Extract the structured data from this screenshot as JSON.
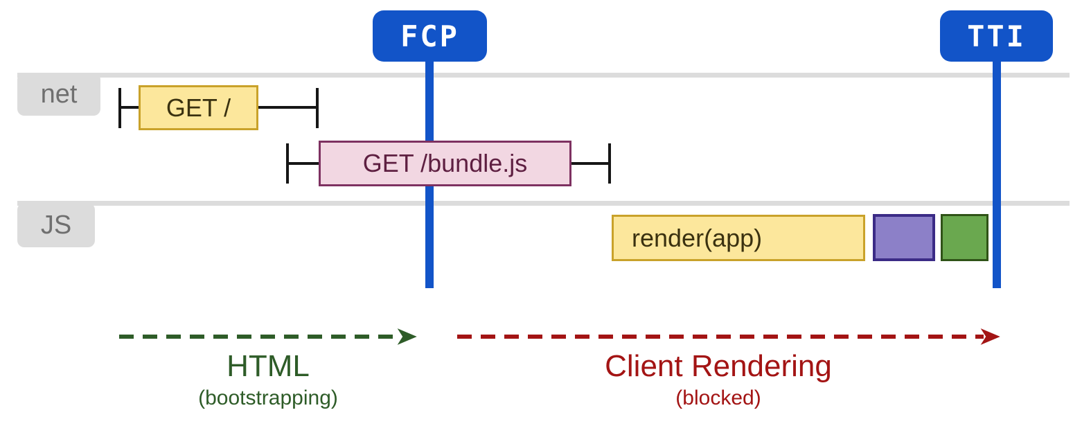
{
  "markers": [
    {
      "id": "fcp",
      "label": "FCP"
    },
    {
      "id": "tti",
      "label": "TTI"
    }
  ],
  "tracks": [
    {
      "id": "net",
      "label": "net"
    },
    {
      "id": "js",
      "label": "JS"
    }
  ],
  "net_requests": [
    {
      "label": "GET /"
    },
    {
      "label": "GET /bundle.js"
    }
  ],
  "js_tasks": [
    {
      "label": "render(app)"
    },
    {
      "label": ""
    },
    {
      "label": ""
    }
  ],
  "phases": [
    {
      "label": "HTML",
      "sublabel": "(bootstrapping)"
    },
    {
      "label": "Client Rendering",
      "sublabel": "(blocked)"
    }
  ],
  "colors": {
    "marker_blue": "#1254c8",
    "track_gray": "#dcdcdc",
    "track_label_text": "#6f6f6f",
    "request_yellow_fill": "#fce79c",
    "request_yellow_border": "#c9a22a",
    "request_pink_fill": "#f2d7e2",
    "request_pink_border": "#7e3161",
    "task_purple_fill": "#8c80c8",
    "task_purple_border": "#3b2b86",
    "task_green_fill": "#6aa84f",
    "task_green_border": "#2f5317",
    "phase_html_green": "#2e5c28",
    "phase_client_red": "#a31414",
    "bracket_black": "#161616"
  }
}
